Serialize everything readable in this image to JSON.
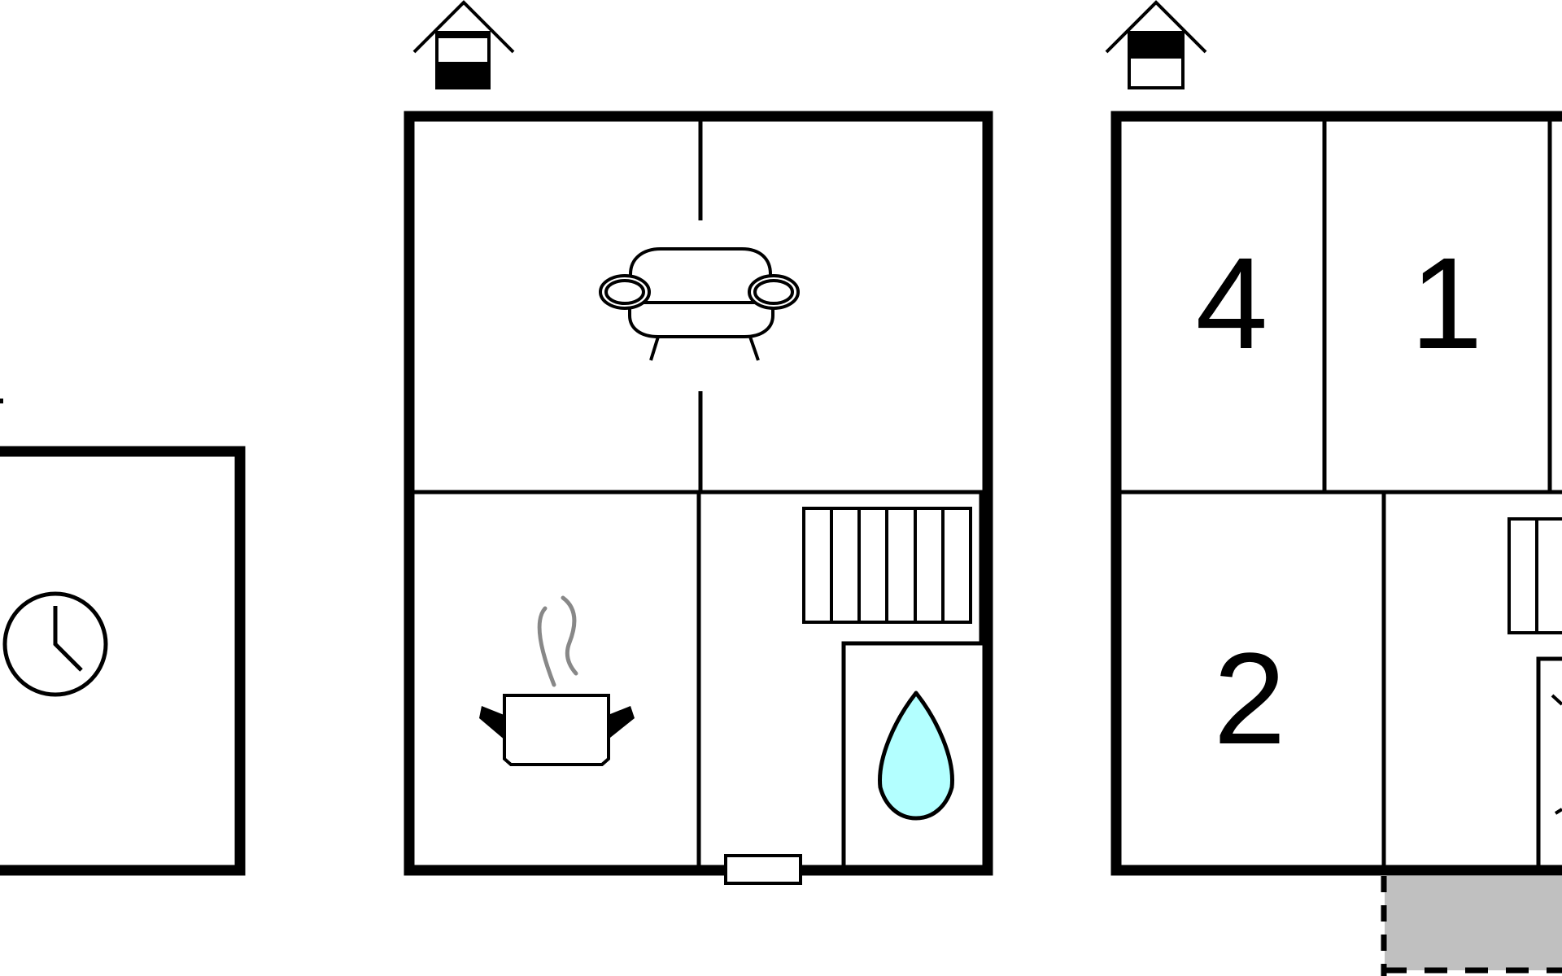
{
  "floorplan": {
    "room_numbers": [
      "4",
      "1",
      "2"
    ],
    "colors": {
      "wall": "#000000",
      "water": "#b3ffff",
      "steam": "#888888",
      "terrace": "#c0c0c0"
    },
    "icons": [
      "clock-icon",
      "sofa-icon",
      "cooking-pot-icon",
      "radiator-icon",
      "water-drop-icon",
      "floor-level-indicator-icon",
      "door-icon"
    ]
  }
}
